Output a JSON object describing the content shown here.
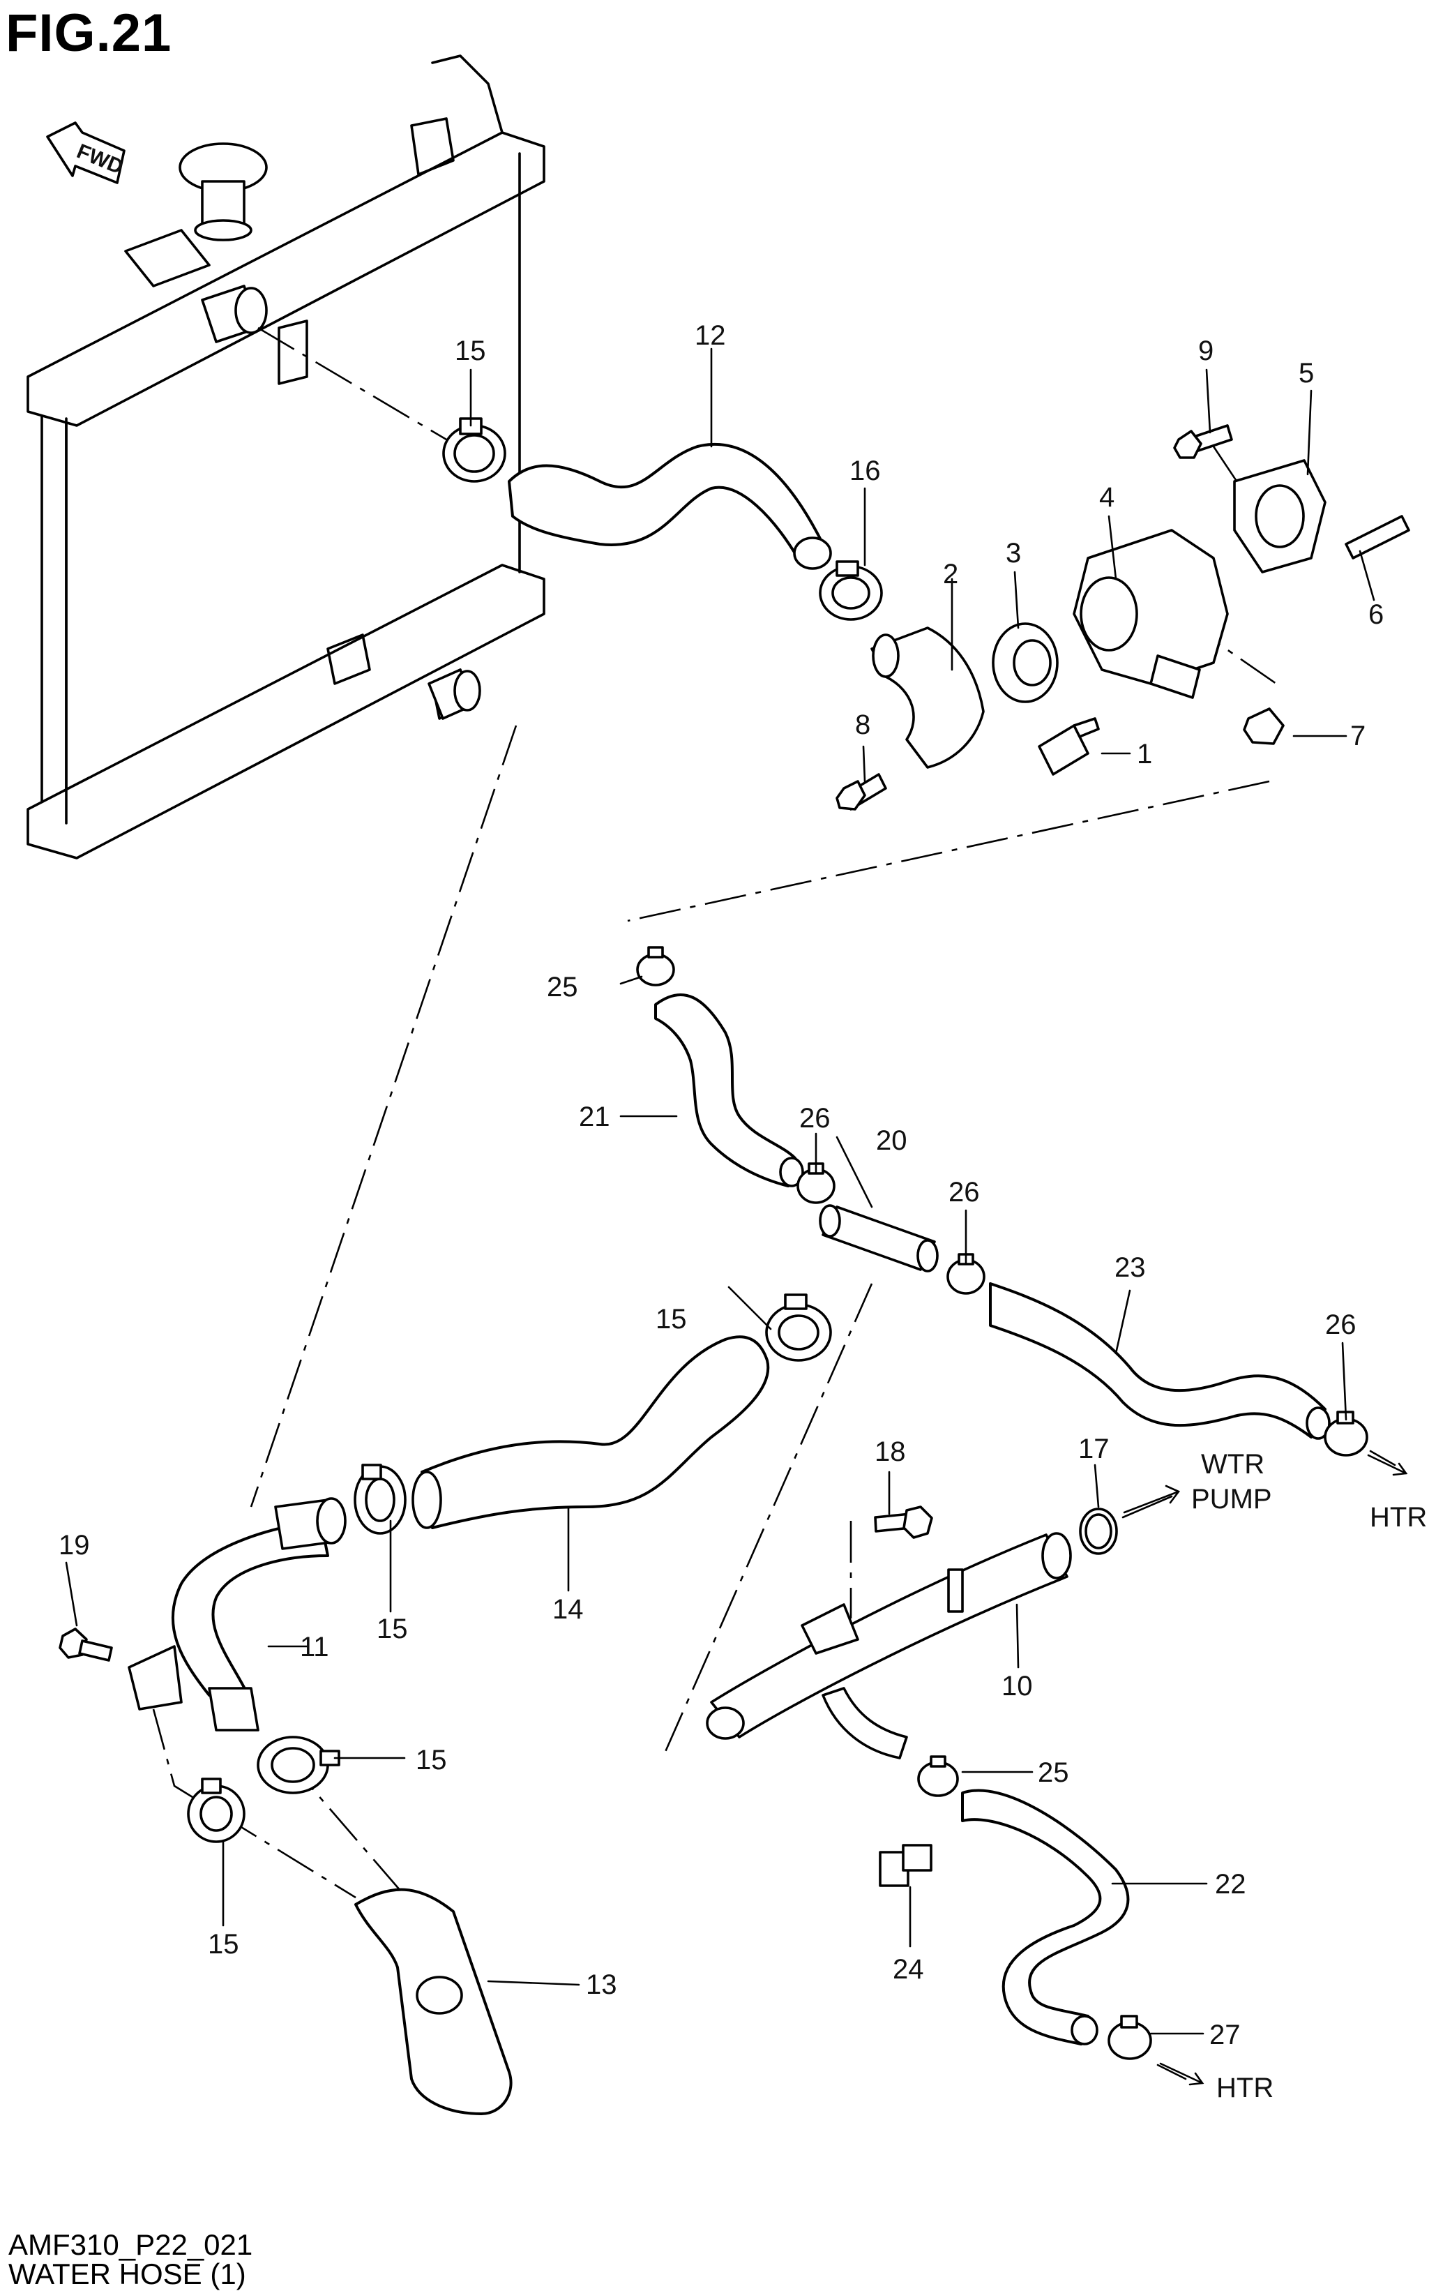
{
  "figure": {
    "title": "FIG.21"
  },
  "fwd_badge": "FWD",
  "callouts": [
    {
      "num": "1"
    },
    {
      "num": "2"
    },
    {
      "num": "3"
    },
    {
      "num": "4"
    },
    {
      "num": "5"
    },
    {
      "num": "6"
    },
    {
      "num": "7"
    },
    {
      "num": "8"
    },
    {
      "num": "9"
    },
    {
      "num": "10"
    },
    {
      "num": "11"
    },
    {
      "num": "12"
    },
    {
      "num": "13"
    },
    {
      "num": "14"
    },
    {
      "num": "15"
    },
    {
      "num": "15"
    },
    {
      "num": "15"
    },
    {
      "num": "15"
    },
    {
      "num": "15"
    },
    {
      "num": "16"
    },
    {
      "num": "17"
    },
    {
      "num": "18"
    },
    {
      "num": "19"
    },
    {
      "num": "20"
    },
    {
      "num": "21"
    },
    {
      "num": "22"
    },
    {
      "num": "23"
    },
    {
      "num": "24"
    },
    {
      "num": "25"
    },
    {
      "num": "25"
    },
    {
      "num": "26"
    },
    {
      "num": "26"
    },
    {
      "num": "26"
    },
    {
      "num": "27"
    }
  ],
  "direction_labels": {
    "wtr": "WTR",
    "pump": "PUMP",
    "htr_upper": "HTR",
    "htr_lower": "HTR"
  },
  "footer": {
    "code": "AMF310_P22_021",
    "caption": "WATER HOSE (1)"
  }
}
